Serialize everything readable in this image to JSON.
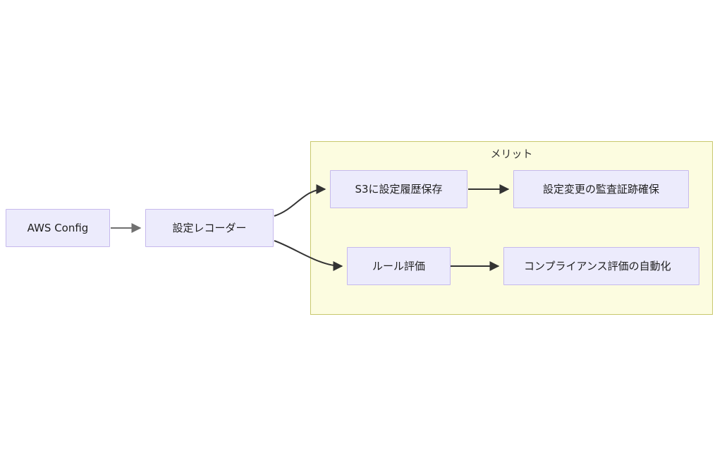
{
  "diagram": {
    "type": "flowchart",
    "direction": "left-to-right",
    "background_color": "#ffffff",
    "node_fill_color": "#ecebfc",
    "node_border_color": "#c6b9ed",
    "node_text_color": "#1f1f1f",
    "subgraph_fill_color": "#fcfce0",
    "subgraph_border_color": "#c8c86e",
    "edge_color_outer": "#707070",
    "edge_color_inner": "#333333",
    "nodes": [
      {
        "id": "aws-config",
        "label": "AWS Config"
      },
      {
        "id": "config-recorder",
        "label": "設定レコーダー"
      },
      {
        "id": "s3-history",
        "label": "S3に設定履歴保存"
      },
      {
        "id": "audit-trail",
        "label": "設定変更の監査証跡確保"
      },
      {
        "id": "rule-evaluation",
        "label": "ルール評価"
      },
      {
        "id": "compliance-auto",
        "label": "コンプライアンス評価の自動化"
      }
    ],
    "subgraphs": [
      {
        "id": "merit",
        "title": "メリット"
      }
    ],
    "edges": [
      {
        "from": "aws-config",
        "to": "config-recorder",
        "style": "straight"
      },
      {
        "from": "config-recorder",
        "to": "s3-history",
        "style": "curved"
      },
      {
        "from": "config-recorder",
        "to": "rule-evaluation",
        "style": "curved"
      },
      {
        "from": "s3-history",
        "to": "audit-trail",
        "style": "straight"
      },
      {
        "from": "rule-evaluation",
        "to": "compliance-auto",
        "style": "straight"
      }
    ]
  }
}
